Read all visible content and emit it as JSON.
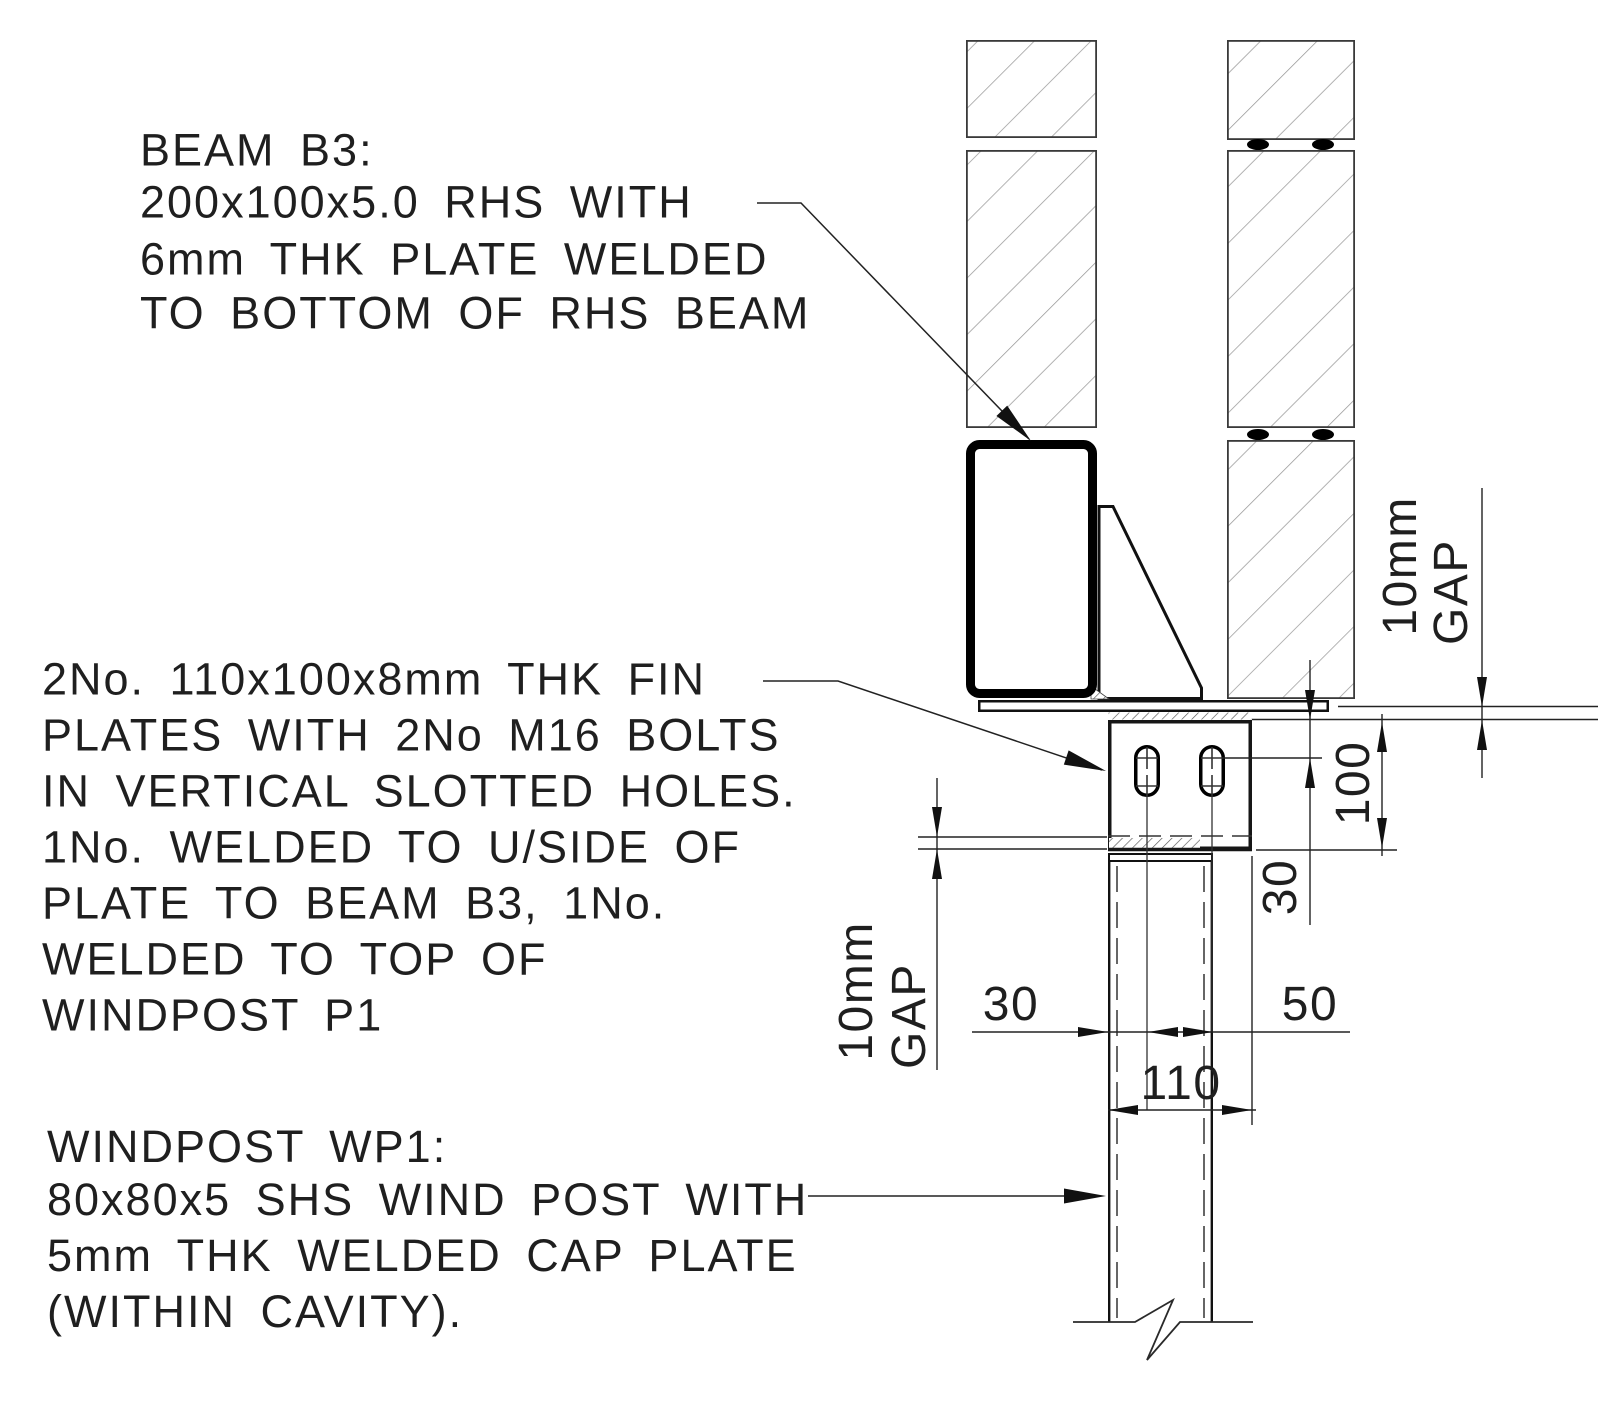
{
  "drawing": {
    "notes": {
      "beam": {
        "lines": {
          "0": "BEAM B3:",
          "1": "200x100x5.0 RHS WITH",
          "2": "6mm THK PLATE WELDED",
          "3": "TO BOTTOM OF RHS BEAM"
        }
      },
      "fin": {
        "lines": {
          "0": "2No. 110x100x8mm THK FIN",
          "1": "PLATES WITH 2No M16 BOLTS",
          "2": "IN VERTICAL SLOTTED HOLES.",
          "3": "1No. WELDED TO U/SIDE OF",
          "4": "PLATE TO BEAM B3, 1No.",
          "5": "WELDED TO TOP OF",
          "6": "WINDPOST P1"
        }
      },
      "windpost": {
        "lines": {
          "0": "WINDPOST WP1:",
          "1": "80x80x5 SHS WIND POST WITH",
          "2": "5mm THK WELDED CAP PLATE",
          "3": "(WITHIN CAVITY)."
        }
      }
    },
    "dims": {
      "gap_right_l1": "10mm",
      "gap_right_l2": "GAP",
      "gap_left_l1": "10mm",
      "gap_left_l2": "GAP",
      "plate_to_bolt": "30",
      "fin_height": "100",
      "edge_to_bolt": "30",
      "bolt_spacing": "50",
      "fin_width": "110"
    },
    "colors": {
      "line": "#1a1a1a",
      "hatch": "#9a9a9a",
      "weld": "#555555"
    }
  }
}
